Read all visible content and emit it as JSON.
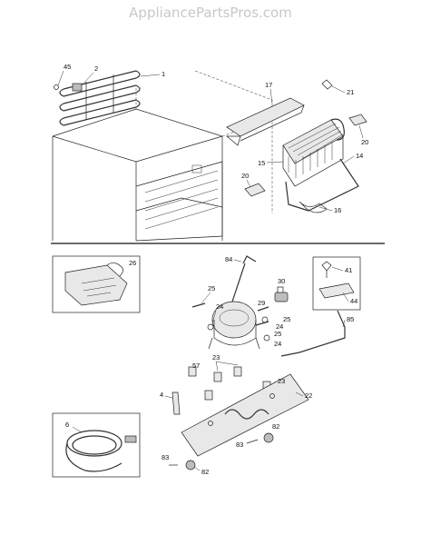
{
  "header": {
    "watermark": "AppliancePartsPros.com"
  },
  "callouts": {
    "c1": "1",
    "c2": "2",
    "c45": "45",
    "c17": "17",
    "c21": "21",
    "c20a": "20",
    "c15": "15",
    "c14": "14",
    "c20b": "20",
    "c16": "16",
    "c26": "26",
    "c84": "84",
    "c30": "30",
    "c41": "41",
    "c44": "44",
    "c25a": "25",
    "c24a": "24",
    "c29": "29",
    "c25b": "25",
    "c24b": "24",
    "c25c": "25",
    "c24c": "24",
    "c85": "85",
    "c23a": "23",
    "c57": "57",
    "c23b": "23",
    "c4": "4",
    "c22": "22",
    "c6": "6",
    "c82a": "82",
    "c83a": "83",
    "c83b": "83",
    "c82b": "82"
  }
}
